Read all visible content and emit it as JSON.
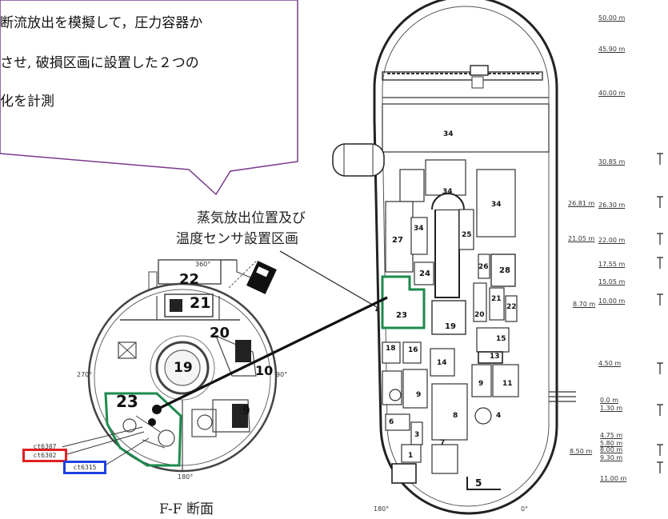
{
  "callout": {
    "lines": [
      "断流放出を模擬して，圧力容器か",
      "させ, 破損区画に設置した２つの",
      "化を計測"
    ]
  },
  "annotation": {
    "line1": "蒸気放出位置及び",
    "line2": "温度センサ設置区画"
  },
  "floor_plan": {
    "caption": "F-F 断面",
    "rooms": [
      "22",
      "21",
      "20",
      "19",
      "10",
      "9",
      "23"
    ],
    "angle_labels": [
      "360°",
      "270°",
      "90°",
      "180°"
    ],
    "sensors": [
      {
        "id": "ct6307",
        "highlight": "none"
      },
      {
        "id": "ct6302",
        "highlight": "#e02020"
      },
      {
        "id": "ct6315",
        "highlight": "#1f3fe0"
      }
    ]
  },
  "section": {
    "rooms": [
      "34",
      "34",
      "34",
      "27",
      "34",
      "25",
      "26",
      "28",
      "24",
      "23",
      "21",
      "22",
      "20",
      "19",
      "15",
      "18",
      "16",
      "14",
      "13",
      "11",
      "9",
      "9",
      "8",
      "4",
      "6",
      "3",
      "7",
      "1",
      "5"
    ],
    "angle_labels": [
      "180°",
      "0°"
    ],
    "elevations": [
      "50.00 m",
      "45.90 m",
      "40.00 m",
      "30.85 m",
      "26.81 m",
      "26.30 m",
      "21.05 m",
      "22.00 m",
      "17.55 m",
      "15.05 m",
      "10.00 m",
      "8.70 m",
      "4.50 m",
      "0.0 m",
      "1.30 m",
      "4.75 m",
      "5.80 m",
      "8.50 m",
      "8.00 m",
      "9.30 m",
      "11.00 m"
    ]
  },
  "colors": {
    "highlight_green": "#1e8a4c",
    "callout_border": "#7a3a8c",
    "sensor_red": "#e02020",
    "sensor_blue": "#1f3fe0"
  }
}
